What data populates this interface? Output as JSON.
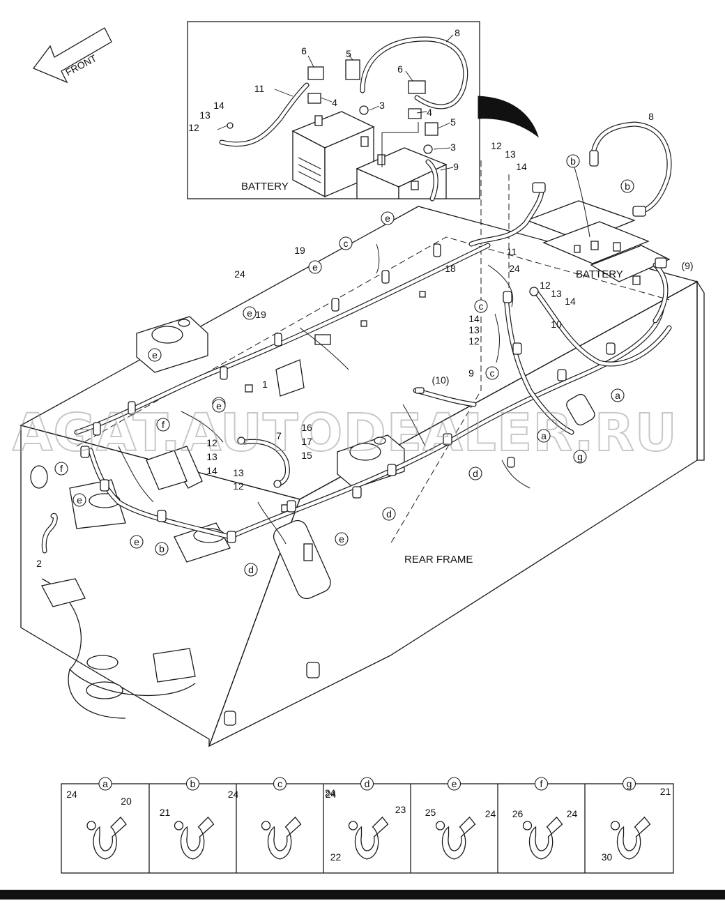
{
  "front_label": "FRONT",
  "inset_battery_label": "BATTERY",
  "main_battery_label": "BATTERY",
  "rear_frame_label": "REAR FRAME",
  "watermark": "AGAT.AUTODEALER.RU",
  "callouts_inset": [
    "6",
    "5",
    "8",
    "11",
    "4",
    "3",
    "6",
    "14",
    "13",
    "12",
    "4",
    "5",
    "3",
    "9"
  ],
  "callouts_main": [
    "8",
    "12",
    "13",
    "14",
    "b",
    "b",
    "e",
    "c",
    "e",
    "11",
    "19",
    "24",
    "18",
    "24",
    "(9)",
    "e",
    "19",
    "12",
    "13",
    "14",
    "c",
    "e",
    "14",
    "13",
    "12",
    "10",
    "e",
    "1",
    "9",
    "c",
    "(10)",
    "a",
    "e",
    "f",
    "16",
    "12",
    "7",
    "17",
    "a",
    "13",
    "14",
    "15",
    "f",
    "13",
    "12",
    "g",
    "d",
    "e",
    "d",
    "2",
    "e",
    "b",
    "d",
    "e"
  ],
  "detail_panels": [
    {
      "letter": "a",
      "labels": [
        "24",
        "20"
      ]
    },
    {
      "letter": "b",
      "labels": [
        "24",
        "21"
      ]
    },
    {
      "letter": "c",
      "labels": [
        "24",
        "22"
      ]
    },
    {
      "letter": "d",
      "labels": [
        "24",
        "23"
      ]
    },
    {
      "letter": "e",
      "labels": [
        "25",
        "24"
      ]
    },
    {
      "letter": "f",
      "labels": [
        "26",
        "24"
      ]
    },
    {
      "letter": "g",
      "labels": [
        "21",
        "30"
      ]
    }
  ]
}
